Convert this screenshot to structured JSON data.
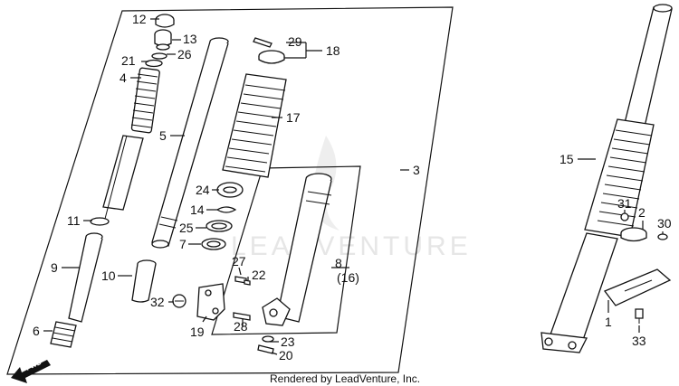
{
  "watermark": "LEADVENTURE",
  "credit": "Rendered by LeadVenture, Inc.",
  "fwd_label": "FWD",
  "callouts": {
    "c1": "1",
    "c2": "2",
    "c3": "3",
    "c4": "4",
    "c5": "5",
    "c6": "6",
    "c7": "7",
    "c8": "8",
    "c8b": "(16)",
    "c9": "9",
    "c10": "10",
    "c11": "11",
    "c12": "12",
    "c13": "13",
    "c14": "14",
    "c15": "15",
    "c17": "17",
    "c18": "18",
    "c19": "19",
    "c20": "20",
    "c21": "21",
    "c22": "22",
    "c23": "23",
    "c24": "24",
    "c25": "25",
    "c26": "26",
    "c27": "27",
    "c28": "28",
    "c29": "29",
    "c30": "30",
    "c31": "31",
    "c32": "32",
    "c33": "33"
  },
  "colors": {
    "ink": "#111111",
    "watermark": "#e6e6e6",
    "background": "#ffffff"
  }
}
